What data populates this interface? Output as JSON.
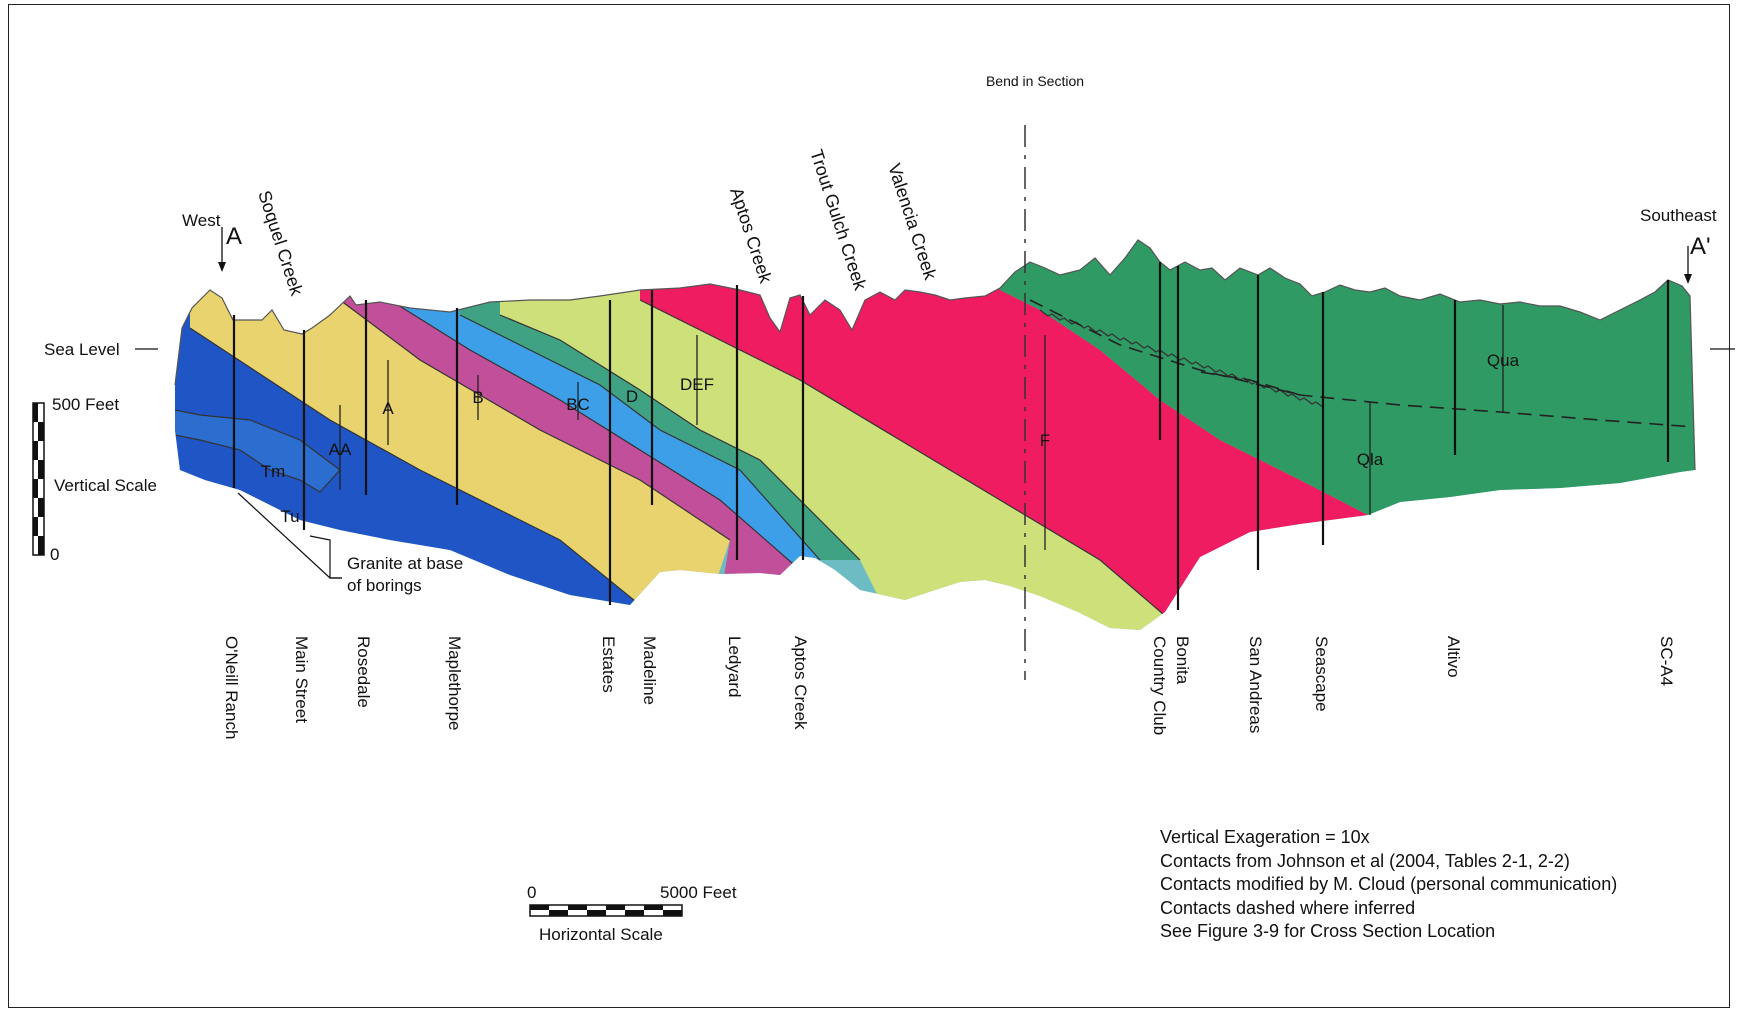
{
  "directions": {
    "west": "West",
    "west_marker": "A",
    "southeast": "Southeast",
    "southeast_marker": "A'"
  },
  "bend_label": "Bend in Section",
  "sea_level_label": "Sea Level",
  "vertical_scale": {
    "top_label": "500 Feet",
    "bottom_label": "0",
    "title": "Vertical Scale"
  },
  "horizontal_scale": {
    "left_label": "0",
    "right_label": "5000 Feet",
    "title": "Horizontal Scale"
  },
  "creeks": [
    "Soquel Creek",
    "Aptos Creek",
    "Trout Gulch Creek",
    "Valencia Creek"
  ],
  "wells": [
    "O'Neill Ranch",
    "Main Street",
    "Rosedale",
    "Maplethorpe",
    "Estates",
    "Madeline",
    "Ledyard",
    "Aptos Creek",
    "Bonita",
    "Country Club",
    "San Andreas",
    "Seascape",
    "Altivo",
    "SC-A4"
  ],
  "units": {
    "A": "A",
    "AA": "AA",
    "B": "B",
    "BC": "BC",
    "D": "D",
    "DEF": "DEF",
    "F": "F",
    "Tm": "Tm",
    "Tu": "Tu",
    "Qua": "Qua",
    "Qla": "Qla"
  },
  "granite_note": [
    "Granite at base",
    "of borings"
  ],
  "notes": [
    "Vertical Exageration = 10x",
    "Contacts from Johnson et al (2004, Tables 2-1, 2-2)",
    "Contacts modified by M. Cloud (personal communication)",
    "Contacts dashed where inferred",
    "See Figure 3-9 for Cross Section Location"
  ],
  "colors": {
    "unit_AA": "#1f55c4",
    "unit_A": "#e9d36e",
    "unit_B": "#c24f9a",
    "unit_BC": "#3d9fe8",
    "unit_D": "#3fa383",
    "unit_DEF": "#cde07a",
    "unit_F": "#f01c62",
    "unit_Q": "#2f9a64",
    "unit_Tm": "#2b6ed0",
    "unit_Tu": "#6dbcc4"
  }
}
